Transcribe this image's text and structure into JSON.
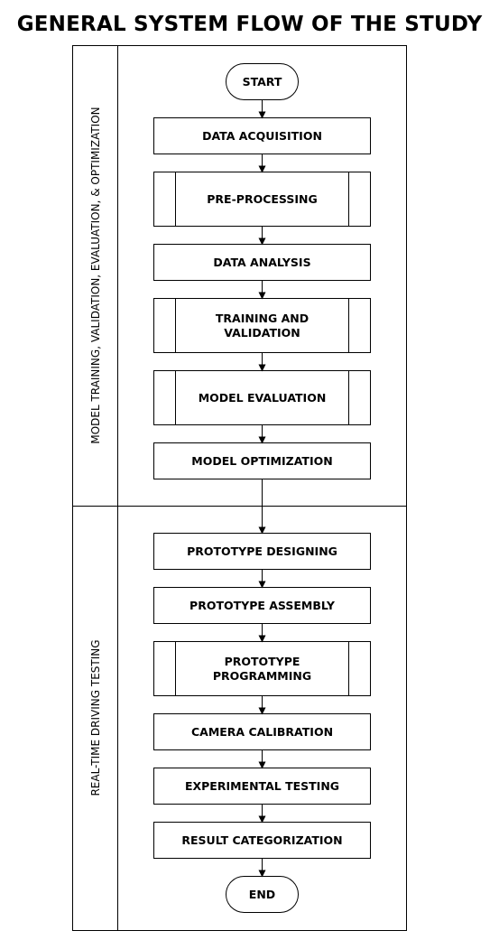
{
  "title": "GENERAL SYSTEM FLOW OF THE STUDY",
  "lanes": [
    {
      "label": "MODEL TRAINING, VALIDATION, EVALUATION, & OPTIMIZATION"
    },
    {
      "label": "REAL-TIME DRIVING TESTING"
    }
  ],
  "start_label": "START",
  "end_label": "END",
  "steps": [
    {
      "lines": [
        "DATA ACQUISITION"
      ],
      "type": "process"
    },
    {
      "lines": [
        "PRE-PROCESSING"
      ],
      "type": "predefined"
    },
    {
      "lines": [
        "DATA ANALYSIS"
      ],
      "type": "process"
    },
    {
      "lines": [
        "TRAINING AND",
        "VALIDATION"
      ],
      "type": "predefined"
    },
    {
      "lines": [
        "MODEL EVALUATION"
      ],
      "type": "predefined"
    },
    {
      "lines": [
        "MODEL OPTIMIZATION"
      ],
      "type": "process"
    },
    {
      "lines": [
        "PROTOTYPE DESIGNING"
      ],
      "type": "process"
    },
    {
      "lines": [
        "PROTOTYPE ASSEMBLY"
      ],
      "type": "process"
    },
    {
      "lines": [
        "PROTOTYPE",
        "PROGRAMMING"
      ],
      "type": "predefined"
    },
    {
      "lines": [
        "CAMERA CALIBRATION"
      ],
      "type": "process"
    },
    {
      "lines": [
        "EXPERIMENTAL TESTING"
      ],
      "type": "process"
    },
    {
      "lines": [
        "RESULT CATEGORIZATION"
      ],
      "type": "process"
    }
  ]
}
